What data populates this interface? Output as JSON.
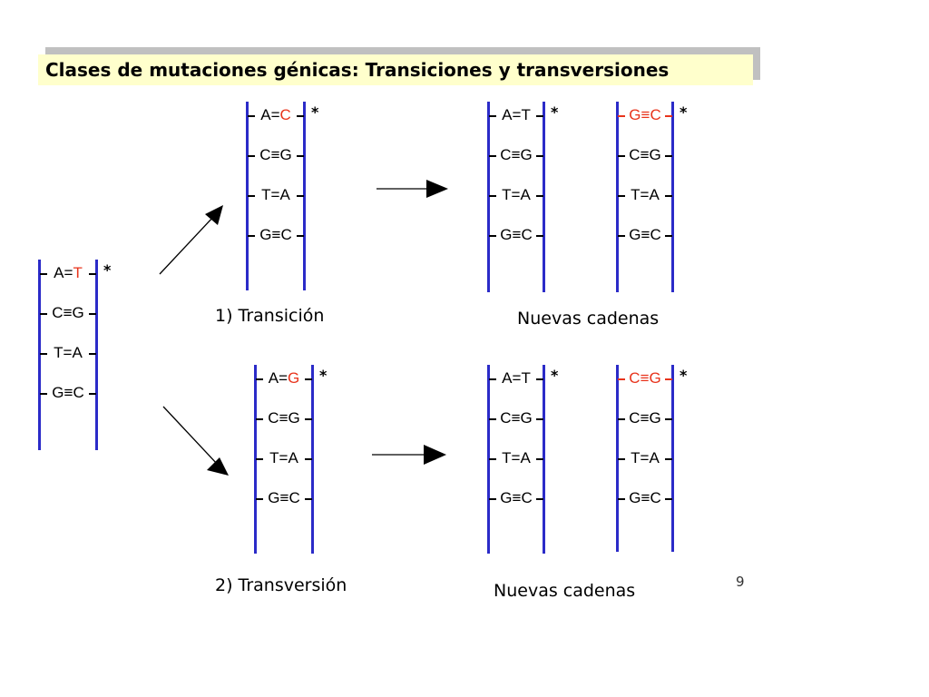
{
  "title": "Clases de mutaciones génicas: Transiciones y transversiones",
  "page_number": "9",
  "star": "*",
  "ladders": {
    "original": [
      {
        "left": "A",
        "bond": "=",
        "right": "T",
        "mut": "right"
      },
      {
        "left": "C",
        "bond": "≡",
        "right": "G",
        "mut": ""
      },
      {
        "left": "T",
        "bond": "=",
        "right": "A",
        "mut": ""
      },
      {
        "left": "G",
        "bond": "≡",
        "right": "C",
        "mut": ""
      }
    ],
    "transition": [
      {
        "left": "A",
        "bond": "=",
        "right": "C",
        "mut": "right"
      },
      {
        "left": "C",
        "bond": "≡",
        "right": "G",
        "mut": ""
      },
      {
        "left": "T",
        "bond": "=",
        "right": "A",
        "mut": ""
      },
      {
        "left": "G",
        "bond": "≡",
        "right": "C",
        "mut": ""
      }
    ],
    "transition_new_1": [
      {
        "left": "A",
        "bond": "=",
        "right": "T",
        "mut": ""
      },
      {
        "left": "C",
        "bond": "≡",
        "right": "G",
        "mut": ""
      },
      {
        "left": "T",
        "bond": "=",
        "right": "A",
        "mut": ""
      },
      {
        "left": "G",
        "bond": "≡",
        "right": "C",
        "mut": ""
      }
    ],
    "transition_new_2": [
      {
        "left": "G",
        "bond": "≡",
        "right": "C",
        "mut": "both"
      },
      {
        "left": "C",
        "bond": "≡",
        "right": "G",
        "mut": ""
      },
      {
        "left": "T",
        "bond": "=",
        "right": "A",
        "mut": ""
      },
      {
        "left": "G",
        "bond": "≡",
        "right": "C",
        "mut": ""
      }
    ],
    "transversion": [
      {
        "left": "A",
        "bond": "=",
        "right": "G",
        "mut": "right"
      },
      {
        "left": "C",
        "bond": "≡",
        "right": "G",
        "mut": ""
      },
      {
        "left": "T",
        "bond": "=",
        "right": "A",
        "mut": ""
      },
      {
        "left": "G",
        "bond": "≡",
        "right": "C",
        "mut": ""
      }
    ],
    "transversion_new_1": [
      {
        "left": "A",
        "bond": "=",
        "right": "T",
        "mut": ""
      },
      {
        "left": "C",
        "bond": "≡",
        "right": "G",
        "mut": ""
      },
      {
        "left": "T",
        "bond": "=",
        "right": "A",
        "mut": ""
      },
      {
        "left": "G",
        "bond": "≡",
        "right": "C",
        "mut": ""
      }
    ],
    "transversion_new_2": [
      {
        "left": "C",
        "bond": "≡",
        "right": "G",
        "mut": "both"
      },
      {
        "left": "C",
        "bond": "≡",
        "right": "G",
        "mut": ""
      },
      {
        "left": "T",
        "bond": "=",
        "right": "A",
        "mut": ""
      },
      {
        "left": "G",
        "bond": "≡",
        "right": "C",
        "mut": ""
      }
    ]
  },
  "captions": {
    "transition": "1) Transición",
    "transversion": "2) Transversión",
    "new_chains_top": "Nuevas cadenas",
    "new_chains_bottom": "Nuevas cadenas"
  },
  "colors": {
    "strand": "#2b2bc8",
    "mutation": "#e8341c",
    "title_bg": "#ffffcc",
    "title_shadow": "#c0c0c0"
  }
}
